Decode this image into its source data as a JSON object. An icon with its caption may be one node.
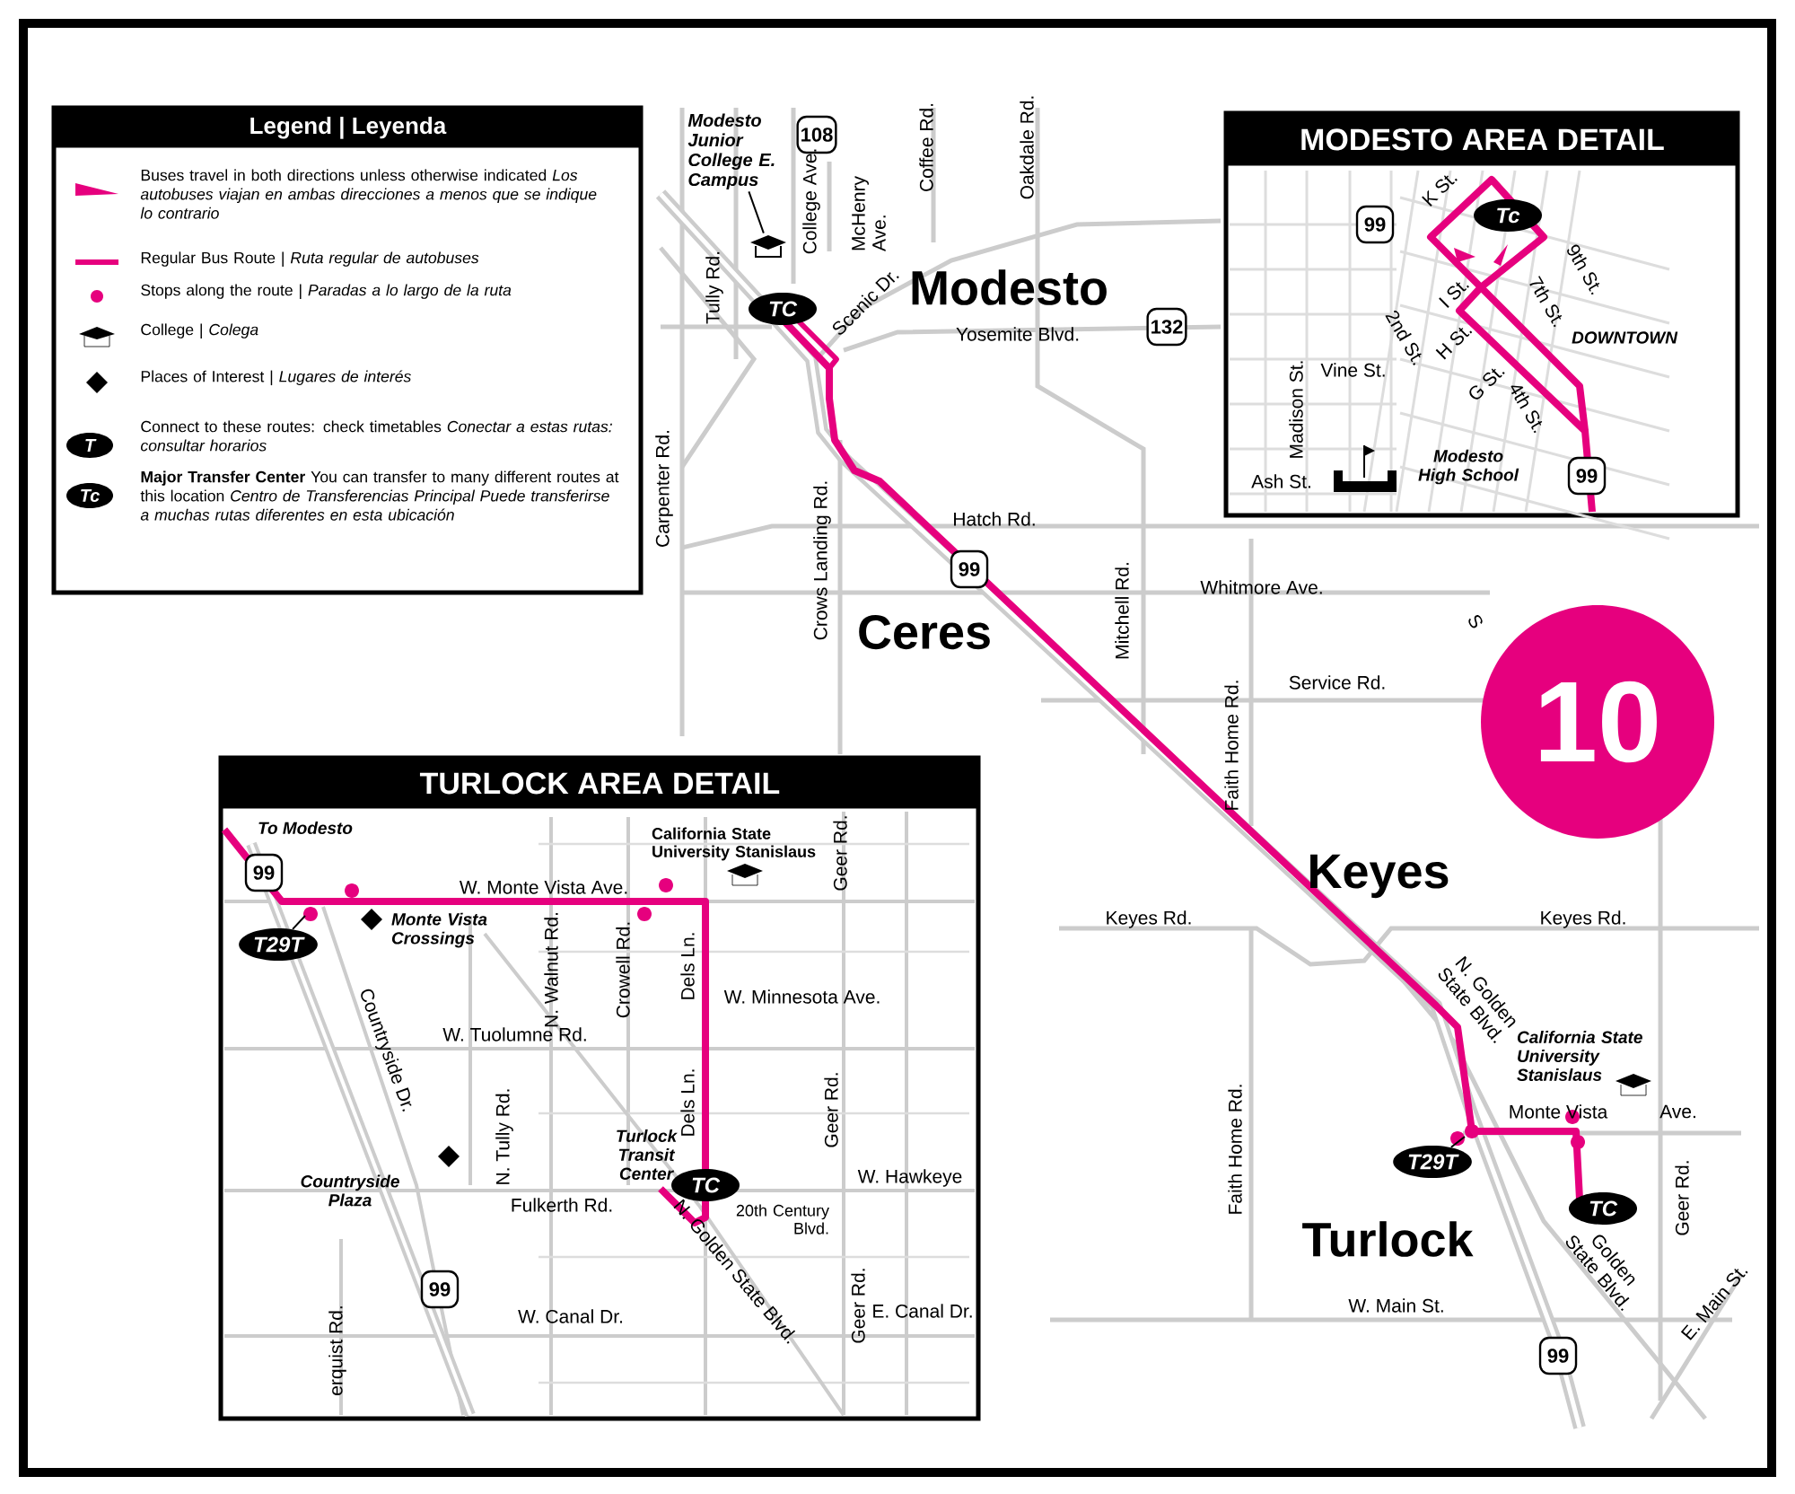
{
  "diagram": {
    "nodes": [
      {
        "text": [
          "Legend | Leyenda"
        ]
      },
      {
        "text": [
          "TC"
        ]
      },
      {
        "text": [
          "108"
        ]
      },
      {
        "text": [
          "132"
        ]
      },
      {
        "text": [
          "99"
        ]
      },
      {
        "text": [
          "MODESTO AREA DETAIL"
        ]
      },
      {
        "text": [
          "99"
        ],
        "in": 5
      },
      {
        "text": [
          "Tc"
        ],
        "in": 5
      },
      {
        "text": [
          "99"
        ],
        "in": 5
      },
      {
        "text": [
          "10"
        ]
      },
      {
        "text": [
          "TURLOCK AREA DETAIL"
        ]
      },
      {
        "text": [
          "99"
        ],
        "in": 10
      },
      {
        "text": [
          "T29T"
        ],
        "in": 10
      },
      {
        "text": [
          "TC"
        ],
        "in": 10
      },
      {
        "text": [
          "99"
        ],
        "in": 10
      },
      {
        "text": [
          "T29T"
        ]
      },
      {
        "text": [
          "TC"
        ]
      },
      {
        "text": [
          "99"
        ]
      },
      {
        "text": [
          "Modesto Junior College E. Campus"
        ]
      },
      {
        "text": [],
        "shape": "picture"
      }
    ],
    "edges": [
      {
        "from": 18,
        "to": 19,
        "arrow": "none"
      },
      {
        "from": 15,
        "to": null,
        "arrow": "none"
      },
      {
        "from": 12,
        "to": null,
        "arrow": "none"
      }
    ],
    "labels": [
      "T",
      "Tc",
      "College Ave.",
      "McHenry Ave.",
      "Coffee Rd.",
      "Oakdale Rd.",
      "Tully Rd.",
      "Scenic Dr.",
      "Modesto",
      "Yosemite Blvd.",
      "Carpenter Rd.",
      "Crows Landing Rd.",
      "Hatch Rd.",
      "S",
      "Whitmore Ave.",
      "Mitchell Rd.",
      "Ceres",
      "Service Rd.",
      "Faith Home Rd.",
      "Keyes",
      "Keyes Rd.",
      "Keyes Rd.",
      "N. Golden State Blvd.",
      "California State University Stanislaus",
      "Monte Vista",
      "Ave.",
      "Faith Home Rd.",
      "Geer Rd.",
      "Turlock",
      "Golden State Blvd.",
      "E. Main St.",
      "W. Main St.",
      "K St.",
      "9th St.",
      "7th St.",
      "I St.",
      "DOWNTOWN",
      "H St.",
      "2nd St.",
      "Vine St.",
      "Madison St.",
      "G St.",
      "4th St.",
      "Ash St.",
      "Modesto High School",
      "To Modesto",
      "W. Monte Vista Ave.",
      "California State University Stanislaus",
      "Geer Rd.",
      "Monte Vista Crossings",
      "N. Walnut Rd.",
      "Crowell Rd.",
      "Dels Ln.",
      "W. Minnesota Ave.",
      "W. Tuolumne Rd.",
      "Countryside Dr.",
      "N. Tully Rd.",
      "Dels Ln.",
      "Geer Rd.",
      "Turlock Transit Center",
      "Countryside Plaza",
      "W. Hawkeye",
      "Fulkerth Rd.",
      "20th Century Blvd.",
      "N. Golden State Blvd.",
      "W. Canal Dr.",
      "Geer Rd.",
      "E. Canal Dr.",
      "erquist Rd."
    ],
    "legend": [
      {
        "text": "Buses travel in both directions unless otherwise indicated *Los autobuses viajan en ambas direcciones a menos que se indique lo contrario*"
      },
      {
        "text": "Regular Bus Route | *Ruta regular de autobuses*"
      },
      {
        "text": "Stops along the route | *Paradas a lo largo de la ruta*"
      },
      {
        "text": "College | *Colega*"
      },
      {
        "text": "Places of Interest | *Lugares de interés*"
      },
      {
        "text": "Connect to these routes: check timetables *Conectar a estas rutas: consultar horarios*"
      },
      {
        "text": "**Major Transfer Center** You can transfer to many different routes at this location *Centro de Transferencias Principal Puede transferirse a muchas rutas diferentes en esta ubicación*"
      }
    ]
  }
}
